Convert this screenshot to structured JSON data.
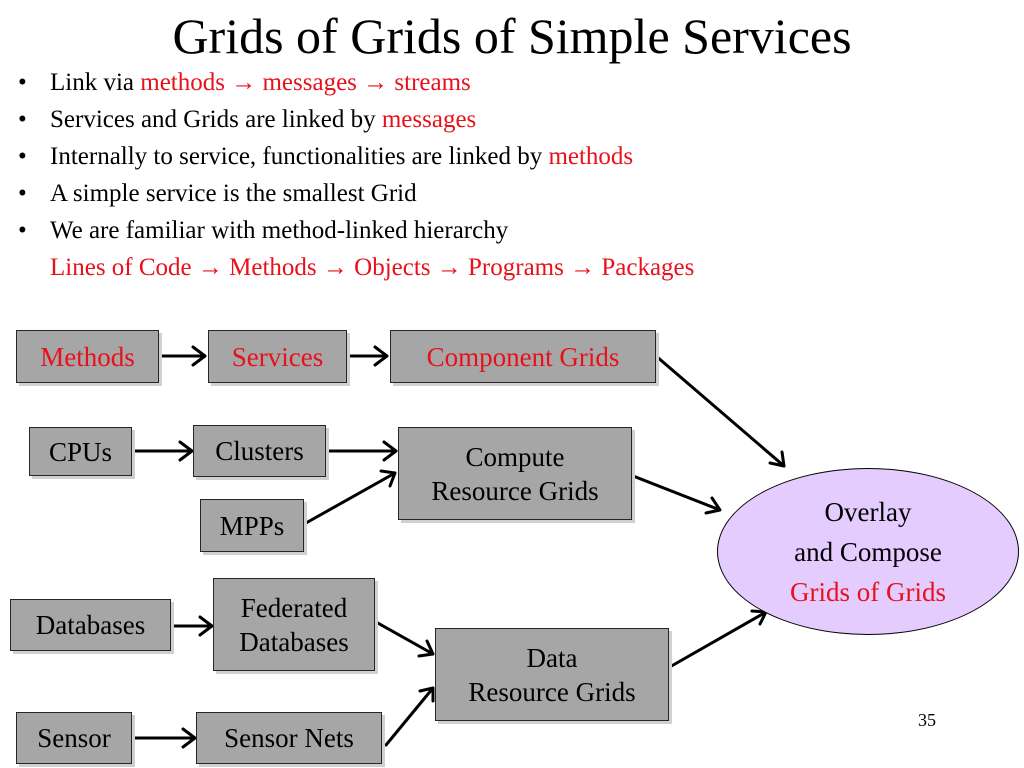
{
  "slide": {
    "title": "Grids of Grids of Simple Services",
    "page_number": "35"
  },
  "arrow_glyph": "→",
  "bullets": {
    "b1": {
      "prefix": "Link via ",
      "w1": "methods",
      "w2": "messages",
      "w3": "streams"
    },
    "b2": {
      "prefix": "Services and Grids are linked by ",
      "highlight": "messages"
    },
    "b3": {
      "prefix": "Internally to service, functionalities are linked by ",
      "highlight": "methods"
    },
    "b4": {
      "text": "A simple service is the smallest Grid"
    },
    "b5": {
      "text": "We are familiar with method-linked hierarchy",
      "chain": [
        "Lines of Code",
        "Methods",
        "Objects",
        "Programs",
        "Packages"
      ]
    }
  },
  "diagram": {
    "methods": "Methods",
    "services": "Services",
    "component_grids": "Component Grids",
    "cpus": "CPUs",
    "clusters": "Clusters",
    "mpps": "MPPs",
    "compute_grids": {
      "line1": "Compute",
      "line2": "Resource Grids"
    },
    "databases": "Databases",
    "federated_db": {
      "line1": "Federated",
      "line2": "Databases"
    },
    "data_grids": {
      "line1": "Data",
      "line2": "Resource Grids"
    },
    "sensor": "Sensor",
    "sensor_nets": "Sensor Nets",
    "overlay": {
      "line1": "Overlay",
      "line2": "and Compose",
      "line3": "Grids of Grids"
    }
  },
  "colors": {
    "highlight": "#e8101a",
    "box_fill": "#a6a6a6",
    "ellipse_fill": "#e5ccff"
  }
}
